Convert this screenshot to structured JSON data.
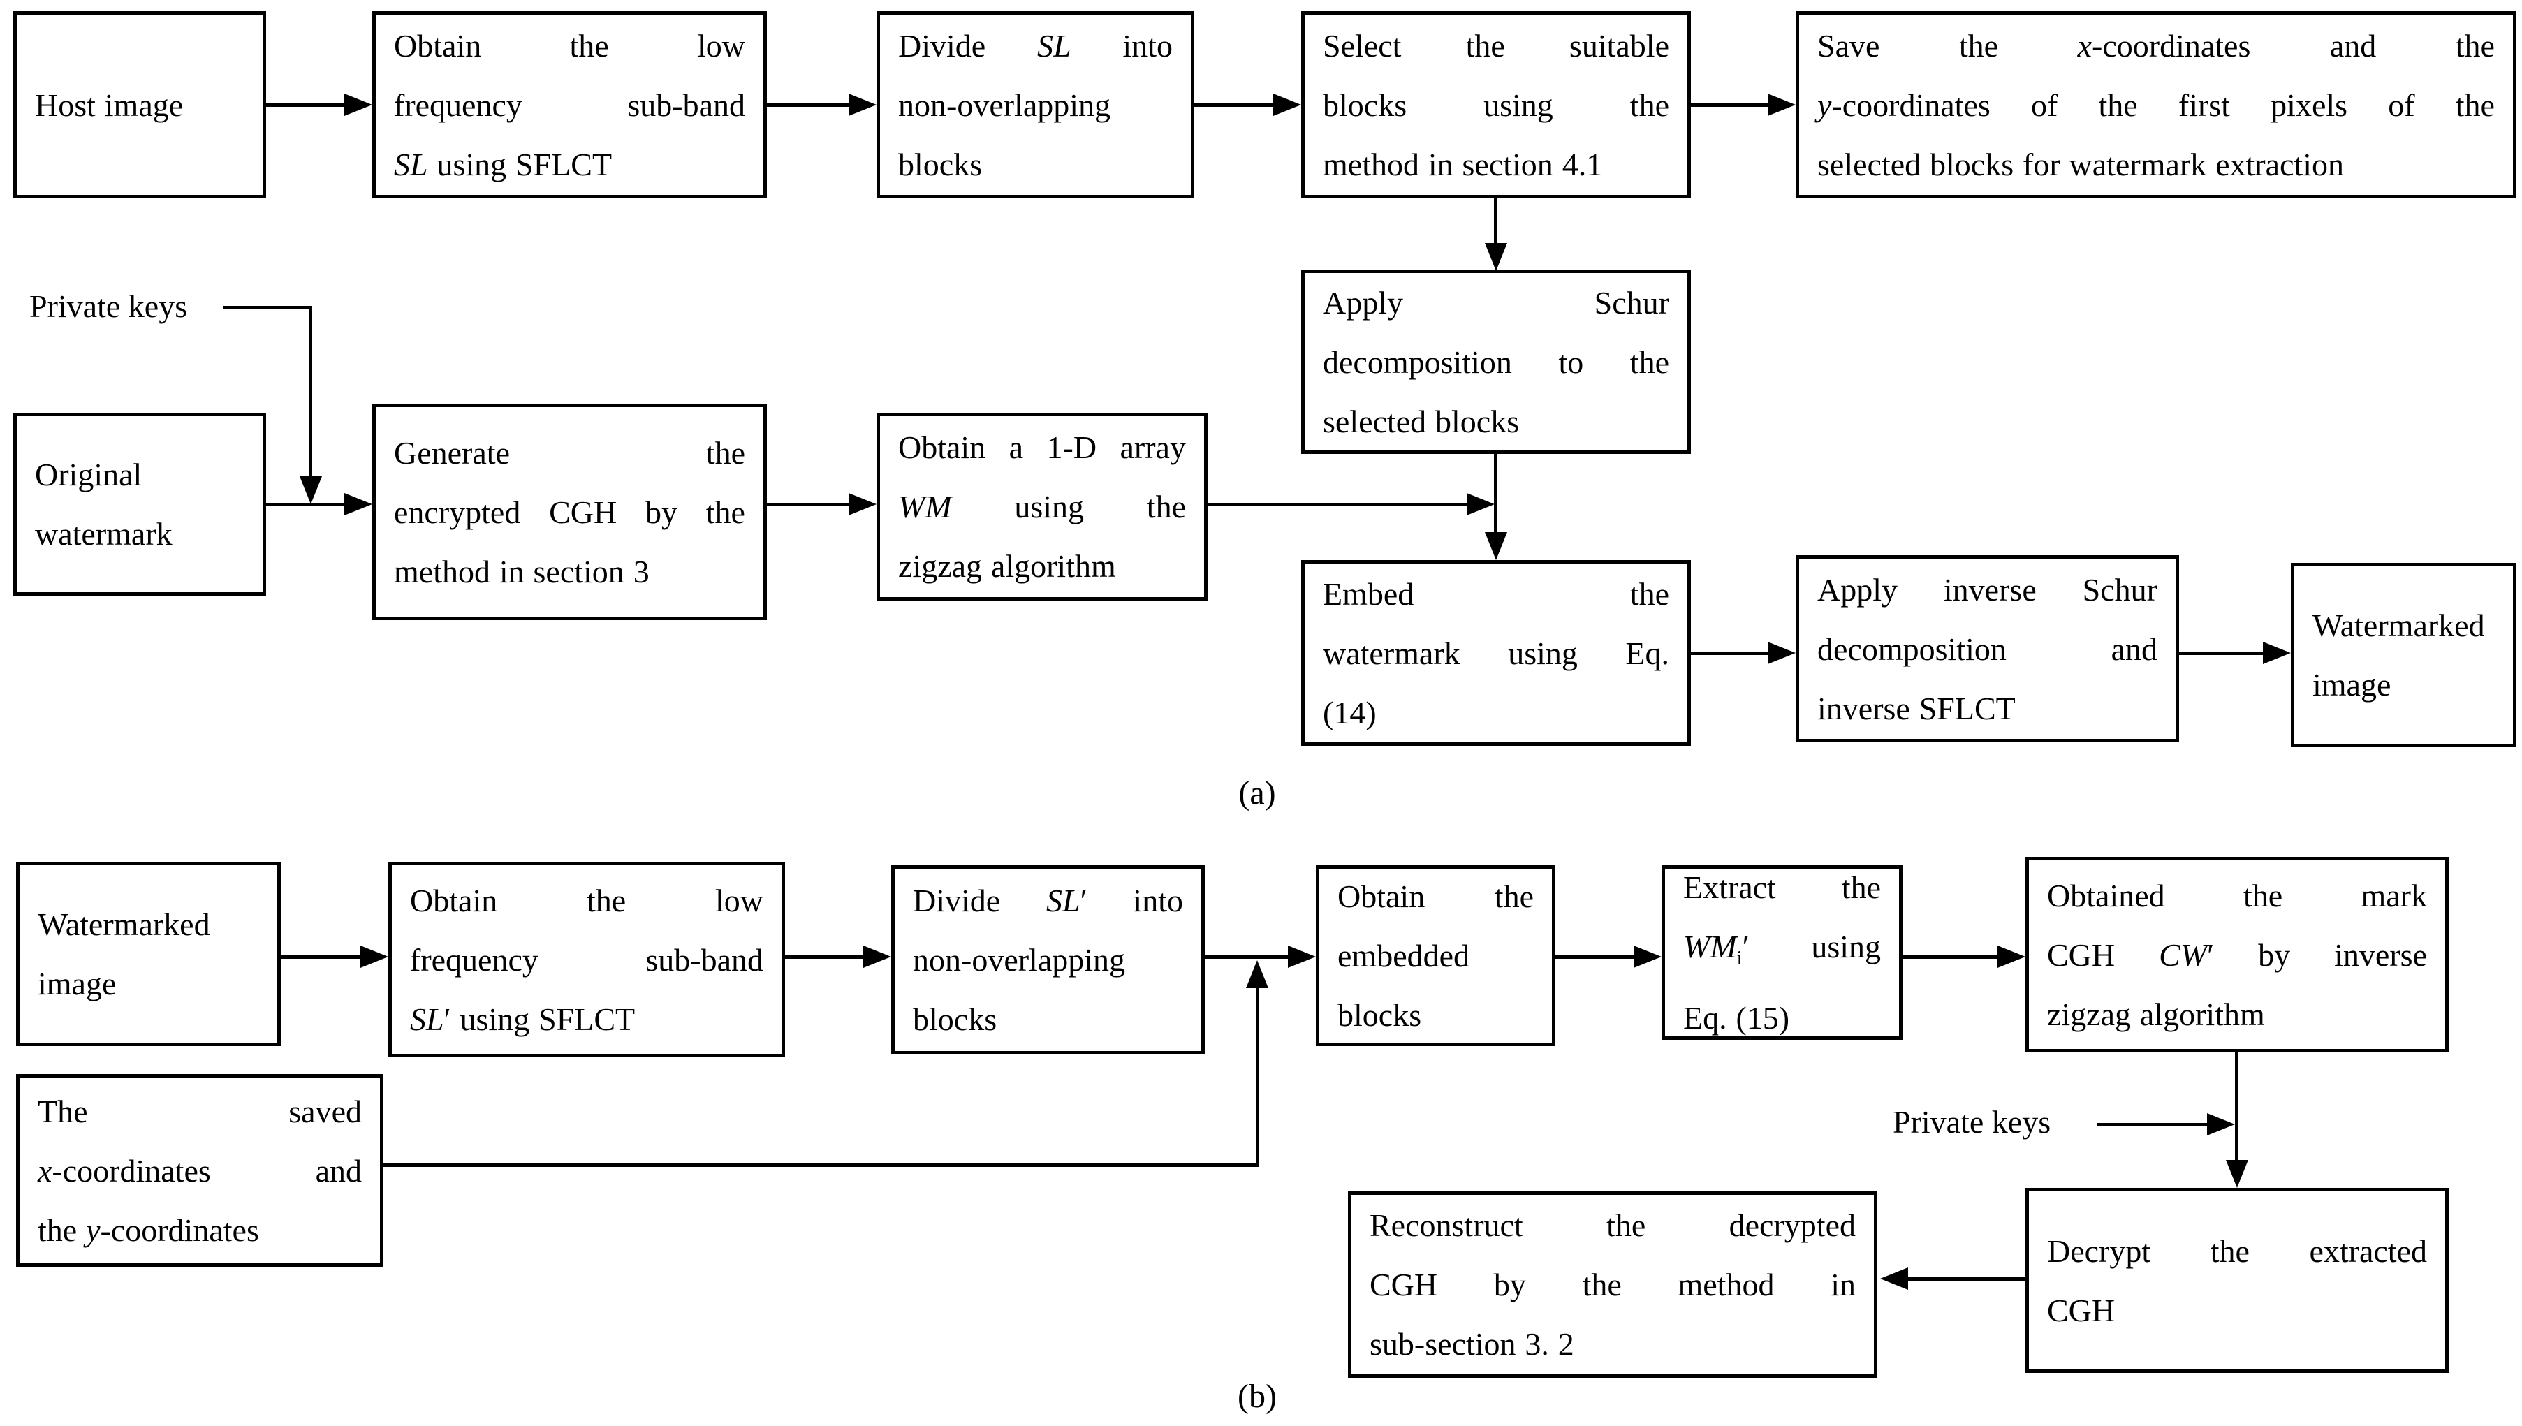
{
  "colors": {
    "ink": "#000000",
    "background": "#ffffff"
  },
  "part_a": {
    "host_image": [
      "Host image"
    ],
    "obtain_low_freq": [
      "Obtain the low",
      "frequency sub-band",
      "*SL* using SFLCT"
    ],
    "divide_blocks": [
      "Divide *SL* into",
      "non-overlapping",
      "blocks"
    ],
    "select_blocks": [
      "Select the suitable",
      "blocks using the",
      "method in section 4.1"
    ],
    "save_coordinates": [
      "Save the *x*-coordinates and the",
      "*y*-coordinates of the first pixels of the",
      "selected blocks for watermark extraction"
    ],
    "private_keys": "Private keys",
    "original_watermark": [
      "Original",
      "watermark"
    ],
    "generate_cgh": [
      "Generate the",
      "encrypted CGH by the",
      "method in section 3"
    ],
    "obtain_1d_array": [
      "Obtain a 1-D array",
      "*WM* using the",
      "zigzag algorithm"
    ],
    "apply_schur": [
      "Apply Schur",
      "decomposition to the",
      "selected blocks"
    ],
    "embed_watermark": [
      "Embed the",
      "watermark using Eq.",
      "(14)"
    ],
    "apply_inverse_schur": [
      "Apply inverse Schur",
      "decomposition and",
      "inverse SFLCT"
    ],
    "watermarked_image": [
      "Watermarked",
      "image"
    ],
    "caption": "(a)"
  },
  "part_b": {
    "watermarked_image": [
      "Watermarked",
      "image"
    ],
    "obtain_low_freq": [
      "Obtain the low",
      "frequency sub-band",
      "*SL*′ using SFLCT"
    ],
    "divide_blocks": [
      "Divide *SL*′ into",
      "non-overlapping",
      "blocks"
    ],
    "obtain_embedded": [
      "Obtain the",
      "embedded",
      "blocks"
    ],
    "extract_wm": [
      "Extract the",
      "*WM*~i~′ using",
      "Eq. (15)"
    ],
    "obtained_cgh": [
      "Obtained the mark",
      "CGH *CW*′ by inverse",
      "zigzag algorithm"
    ],
    "saved_coordinates": [
      "The saved",
      "*x*-coordinates and",
      "the *y*-coordinates"
    ],
    "private_keys": "Private keys",
    "decrypt_cgh": [
      "Decrypt the extracted",
      "CGH"
    ],
    "reconstruct_cgh": [
      "Reconstruct the decrypted",
      "CGH by the method in",
      "sub-section 3. 2"
    ],
    "caption": "(b)"
  }
}
